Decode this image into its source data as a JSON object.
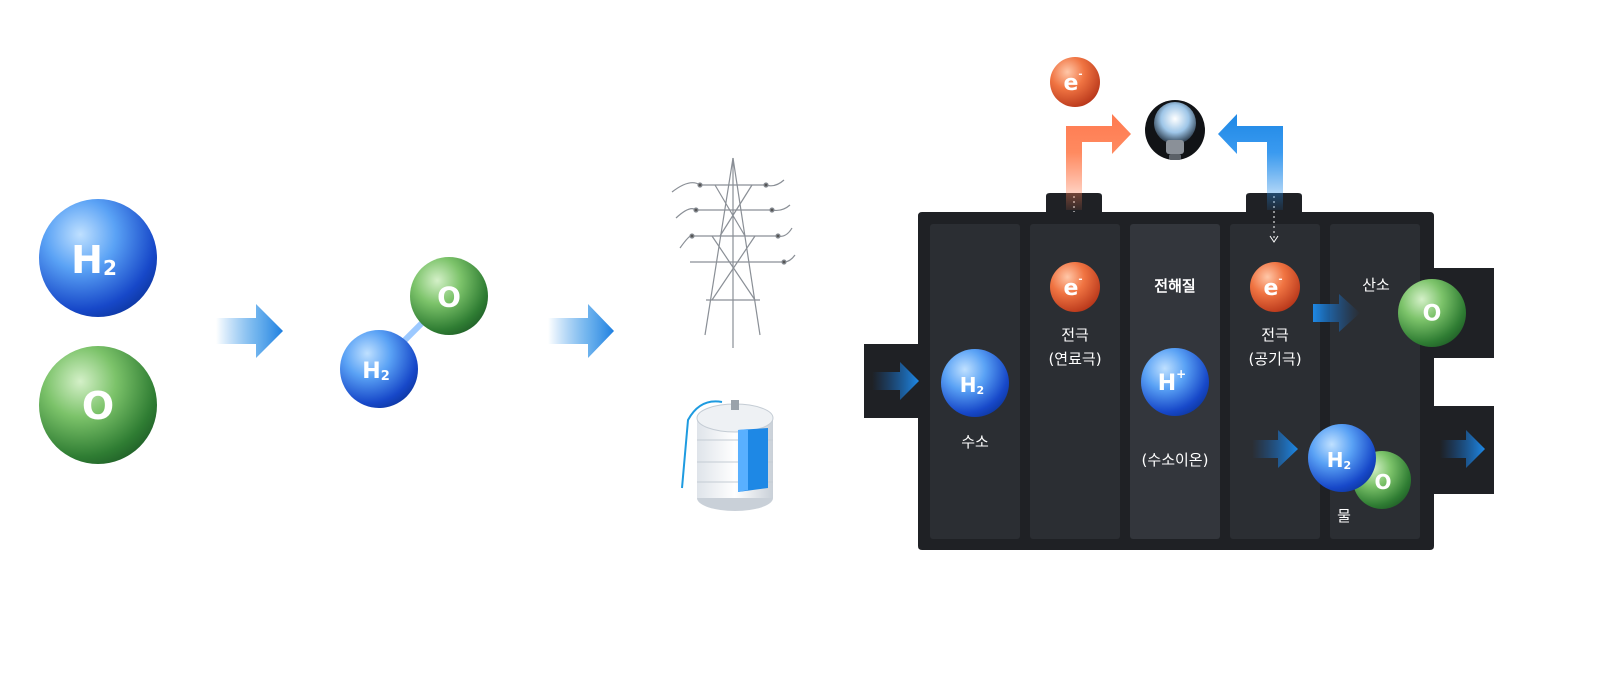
{
  "step1": {
    "hydrogen_atom": {
      "label": "H",
      "sub": "2"
    },
    "oxygen_atom": {
      "label": "O"
    }
  },
  "step2": {
    "molecule_oxygen": {
      "label": "O"
    },
    "molecule_hydrogen": {
      "label": "H",
      "sub": "2"
    }
  },
  "step3": {
    "items": [
      "power-tower-icon",
      "water-tank-icon"
    ]
  },
  "fuel_cell": {
    "top_electron": {
      "label": "e",
      "sup": "-"
    },
    "bulb": "light-bulb-icon",
    "column_hydrogen": {
      "atom_label": "H",
      "atom_sub": "2",
      "caption": "수소"
    },
    "column_fuel_electrode": {
      "electron_label": "e",
      "electron_sup": "-",
      "caption_line1": "전극",
      "caption_line2": "(연료극)"
    },
    "column_electrolyte": {
      "header": "전해질",
      "ion_label": "H",
      "ion_sup": "+",
      "caption": "(수소이온)"
    },
    "column_air_electrode": {
      "electron_label": "e",
      "electron_sup": "-",
      "caption_line1": "전극",
      "caption_line2": "(공기극)"
    },
    "column_output": {
      "oxygen_caption": "산소",
      "oxygen_label": "O",
      "water_h_label": "H",
      "water_h_sub": "2",
      "water_o_label": "O",
      "water_caption": "물"
    }
  },
  "colors": {
    "hydrogen_blue": "#1f5fe0",
    "oxygen_green": "#3f9a3f",
    "electron_orange": "#e0552a",
    "cell_body": "#1f2125",
    "cell_column": "#2b2e33",
    "flow_arrow_blue": "#1e88e5",
    "flow_arrow_orange": "#ff7a50"
  }
}
